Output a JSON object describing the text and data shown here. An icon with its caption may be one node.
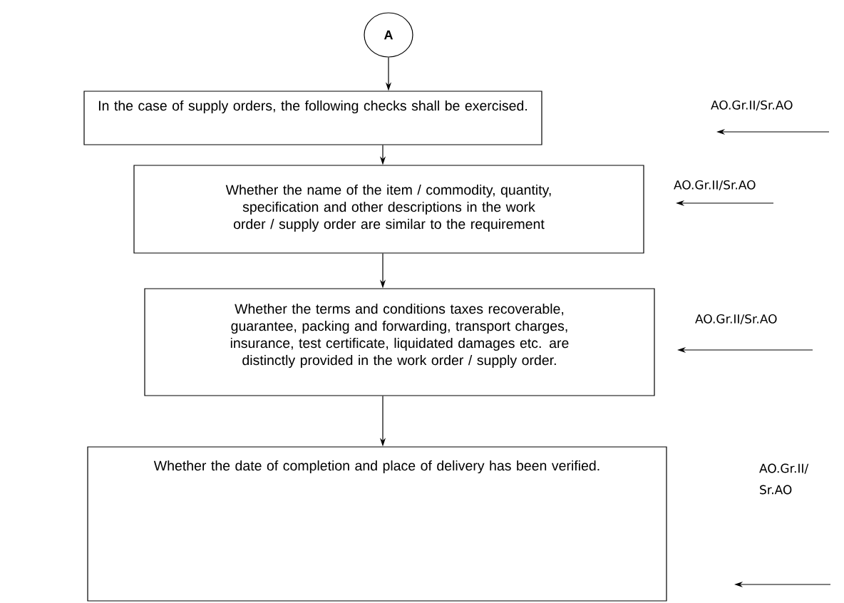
{
  "diagram": {
    "nodes": [
      {
        "text": [
          "A"
        ]
      },
      {
        "text": [
          "In the case of supply orders, the following checks shall be exercised."
        ]
      },
      {
        "text": [
          "Whether the name of the item / commodity, quantity, specification and other descriptions in the work order / supply order are similar to the requirement"
        ]
      },
      {
        "text": [
          "Whether the terms and conditions taxes recoverable, guarantee, packing and forwarding, transport charges, insurance, test certificate, liquidated damages etc. are distinctly provided in the work order / supply order."
        ]
      },
      {
        "text": [
          "Whether the date of completion and place of  delivery has been verified."
        ]
      }
    ],
    "labels": [
      "AO.Gr.II/Sr.AO",
      "AO.Gr.II/Sr.AO",
      "AO.Gr.II/Sr.AO",
      "AO.Gr.II/ Sr.AO"
    ],
    "edges": [
      {
        "from": 0,
        "to": 1,
        "arrow": "to"
      },
      {
        "from": 1,
        "to": 2,
        "arrow": "to"
      },
      {
        "from": 2,
        "to": 3,
        "arrow": "to"
      },
      {
        "from": 3,
        "to": 4,
        "arrow": "to"
      }
    ]
  }
}
